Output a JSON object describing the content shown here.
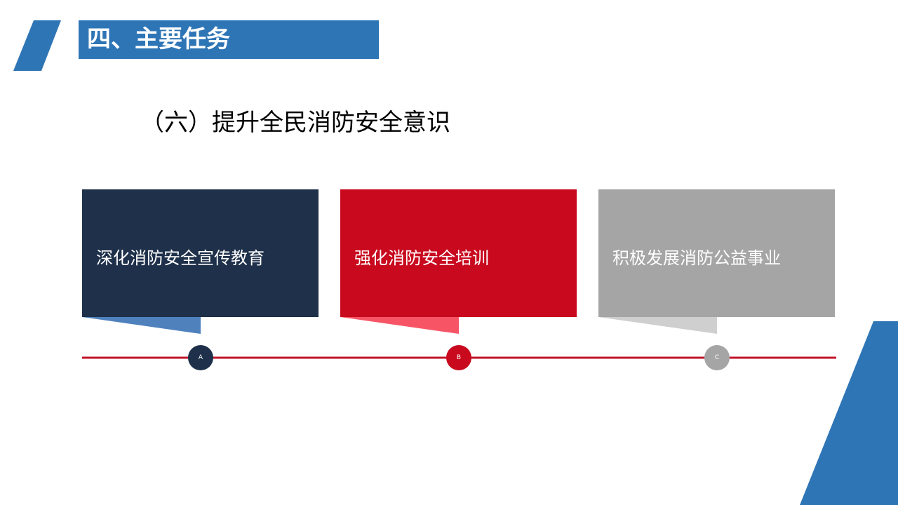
{
  "header": {
    "title": "四、主要任务"
  },
  "subtitle": "（六）提升全民消防安全意识",
  "cards": [
    {
      "label": "深化消防安全宣传教育",
      "marker": "A",
      "color": "#1e304a",
      "tail": "#4f81bd"
    },
    {
      "label": "强化消防安全培训",
      "marker": "B",
      "color": "#c8091e",
      "tail": "#f75566"
    },
    {
      "label": "积极发展消防公益事业",
      "marker": "C",
      "color": "#a5a5a5",
      "tail": "#cfcfcf"
    }
  ],
  "colors": {
    "accent": "#2e75b6",
    "timeline": "#c0142a"
  }
}
